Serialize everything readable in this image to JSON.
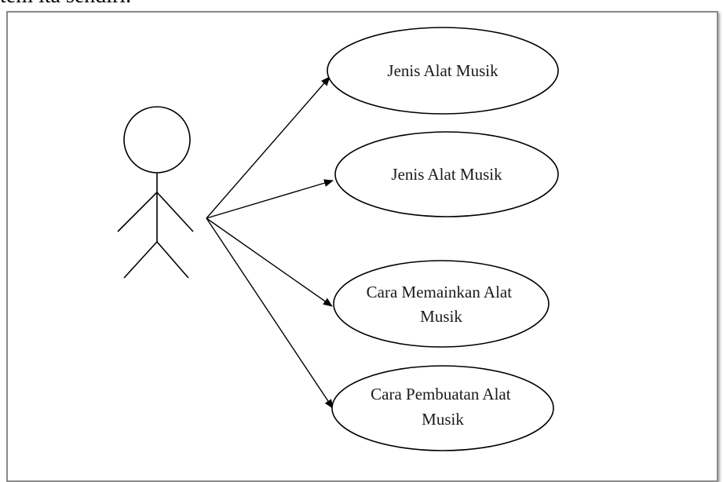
{
  "page_fragment_text": "tem ita sendiri.",
  "use_cases": [
    {
      "lines": [
        "Jenis Alat Musik"
      ]
    },
    {
      "lines": [
        "Jenis Alat Musik"
      ]
    },
    {
      "lines": [
        "Cara Memainkan Alat",
        "Musik"
      ]
    },
    {
      "lines": [
        "Cara Pembuatan Alat",
        "Musik"
      ]
    }
  ]
}
